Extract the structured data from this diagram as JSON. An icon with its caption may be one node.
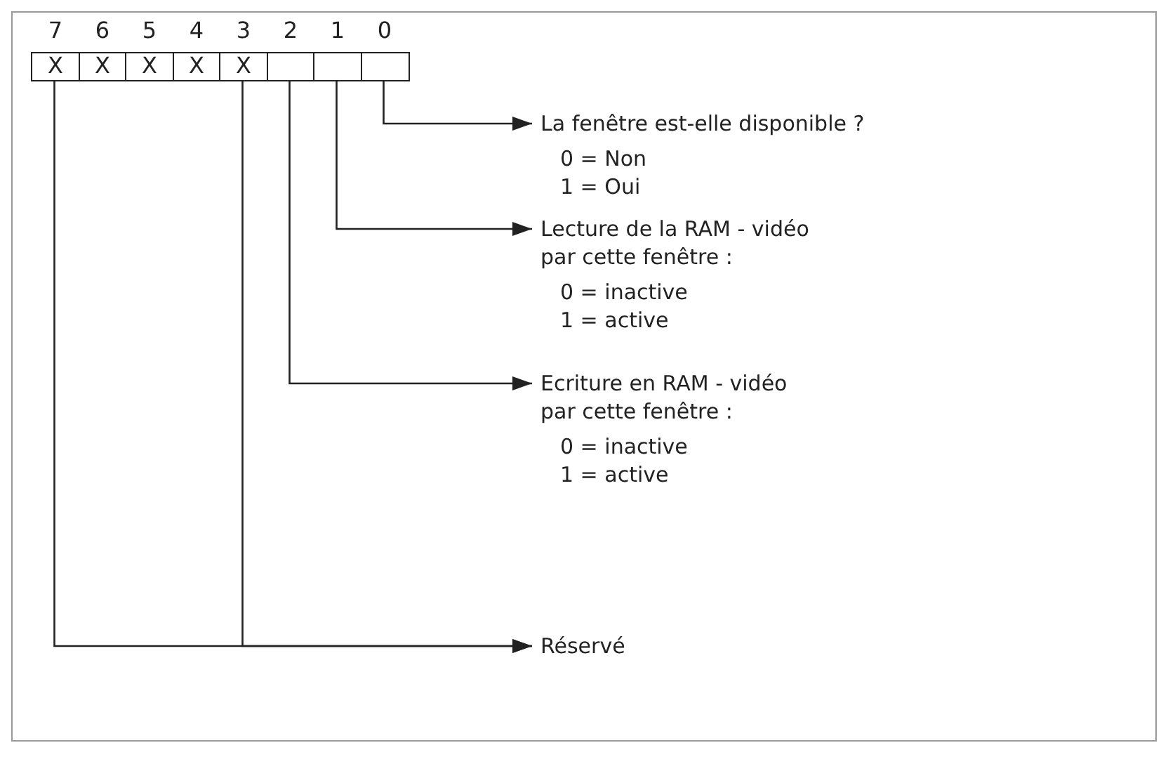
{
  "diagram": {
    "nodes": [
      {
        "text": [
          "X"
        ],
        "beside": [
          "7"
        ]
      },
      {
        "text": [
          "X"
        ],
        "beside": [
          "6"
        ]
      },
      {
        "text": [
          "X"
        ],
        "beside": [
          "5"
        ]
      },
      {
        "text": [
          "X"
        ],
        "beside": [
          "4"
        ]
      },
      {
        "text": [
          "X"
        ],
        "beside": [
          "3"
        ]
      },
      {
        "text": [],
        "shape": "box",
        "beside": [
          "2"
        ]
      },
      {
        "text": [],
        "shape": "box",
        "beside": [
          "1"
        ]
      },
      {
        "text": [],
        "shape": "box",
        "beside": [
          "0"
        ]
      },
      {
        "text": [
          "La fenêtre est-elle disponible ?",
          "0 = Non",
          "1 = Oui"
        ]
      },
      {
        "text": [
          "Lecture de la RAM - vidéo par cette fenêtre :",
          "0 = inactive",
          "1 = active"
        ]
      },
      {
        "text": [
          "Ecriture en RAM - vidéo par cette fenêtre :",
          "0 = inactive",
          "1 = active"
        ]
      },
      {
        "text": [
          "Réservé"
        ]
      }
    ],
    "edges": [
      {
        "from": 7,
        "to": 8,
        "arrow": "to"
      },
      {
        "from": 6,
        "to": 9,
        "arrow": "to"
      },
      {
        "from": 5,
        "to": 10,
        "arrow": "to"
      },
      {
        "from": 0,
        "to": 11,
        "arrow": "to"
      },
      {
        "from": 4,
        "to": 11,
        "arrow": "to"
      }
    ]
  }
}
